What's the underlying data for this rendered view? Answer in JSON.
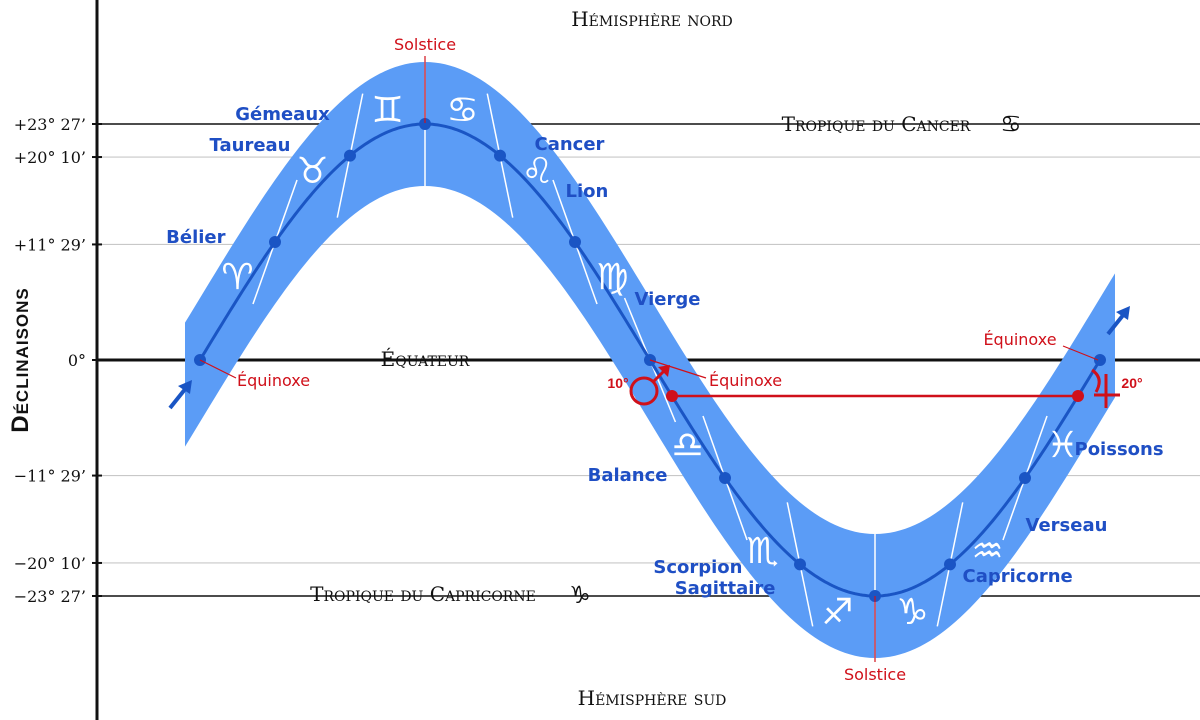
{
  "axis": {
    "title": "Déclinaisons",
    "ticks": [
      {
        "label": "+23° 27’",
        "deg": 23.45,
        "tropic": true
      },
      {
        "label": "+20° 10’",
        "deg": 20.1667,
        "tropic": false
      },
      {
        "label": "+11° 29’",
        "deg": 11.4833,
        "tropic": false
      },
      {
        "label": "0°",
        "deg": 0,
        "tropic": false
      },
      {
        "label": "−11° 29’",
        "deg": -11.4833,
        "tropic": false
      },
      {
        "label": "−20° 10’",
        "deg": -20.1667,
        "tropic": false
      },
      {
        "label": "−23° 27’",
        "deg": -23.45,
        "tropic": true
      }
    ]
  },
  "lines": {
    "equator": "Équateur",
    "tropic_cancer": "Tropique du Cancer",
    "tropic_capricorn": "Tropique du Capricorne"
  },
  "hemispheres": {
    "north": "Hémisphère nord",
    "south": "Hémisphère sud"
  },
  "signs": [
    {
      "name": "Bélier",
      "glyph": "♈"
    },
    {
      "name": "Taureau",
      "glyph": "♉"
    },
    {
      "name": "Gémeaux",
      "glyph": "♊"
    },
    {
      "name": "Cancer",
      "glyph": "♋"
    },
    {
      "name": "Lion",
      "glyph": "♌"
    },
    {
      "name": "Vierge",
      "glyph": "♍"
    },
    {
      "name": "Balance",
      "glyph": "♎"
    },
    {
      "name": "Scorpion",
      "glyph": "♏"
    },
    {
      "name": "Sagittaire",
      "glyph": "♐"
    },
    {
      "name": "Capricorne",
      "glyph": "♑"
    },
    {
      "name": "Verseau",
      "glyph": "♒"
    },
    {
      "name": "Poissons",
      "glyph": "♓"
    }
  ],
  "events": {
    "solstice": "Solstice",
    "equinoxe": "Équinoxe"
  },
  "planets": {
    "mars": {
      "glyph": "♂",
      "degree_label": "10°"
    },
    "saturn": {
      "glyph": "♄",
      "degree_label": "20°"
    }
  },
  "colors": {
    "band": "#5b9cf6",
    "band_dark": "#2f6fd6",
    "curve": "#1a55c4",
    "sign_label": "#1f4fc4",
    "red": "#d0101a",
    "axis": "#111111",
    "grid": "#c8c8c8"
  }
}
